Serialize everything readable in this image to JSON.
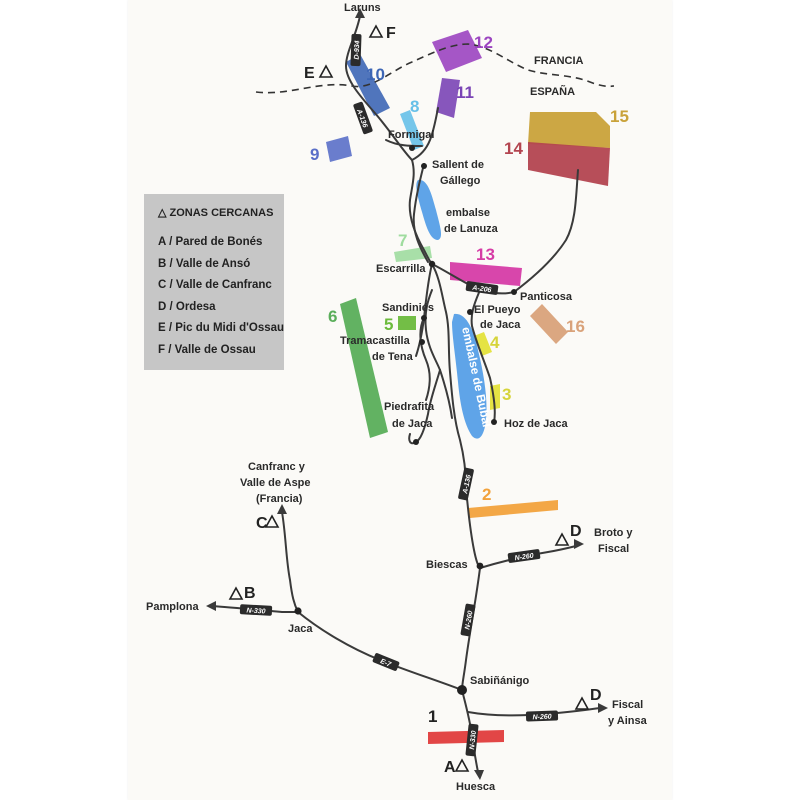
{
  "legend": {
    "title": "△ ZONAS CERCANAS",
    "items": [
      "A / Pared de Bonés",
      "B / Valle de Ansó",
      "C / Valle de Canfranc",
      "D / Ordesa",
      "E / Pic du Midi d'Ossau",
      "F / Valle de Ossau"
    ]
  },
  "countries": {
    "france": "FRANCIA",
    "spain": "ESPAÑA"
  },
  "places": {
    "laruns": "Laruns",
    "formigal": "Formigal",
    "sallent_1": "Sallent de",
    "sallent_2": "Gállego",
    "lanuza_1": "embalse",
    "lanuza_2": "de Lanuza",
    "escarrilla": "Escarrilla",
    "panticosa": "Panticosa",
    "sandinies": "Sandiniés",
    "pueyo_1": "El Pueyo",
    "pueyo_2": "de Jaca",
    "tramacastilla_1": "Tramacastilla",
    "tramacastilla_2": "de Tena",
    "piedrafita_1": "Piedrafita",
    "piedrafita_2": "de Jaca",
    "hoz": "Hoz de Jaca",
    "bubal": "embalse de Bubal",
    "canfranc_1": "Canfranc y",
    "canfranc_2": "Valle de Aspe",
    "canfranc_3": "(Francia)",
    "broto_1": "Broto y",
    "broto_2": "Fiscal",
    "biescas": "Biescas",
    "pamplona": "Pamplona",
    "jaca": "Jaca",
    "sabinanigo": "Sabiñánigo",
    "fiscal_1": "Fiscal",
    "fiscal_2": "y Ainsa",
    "huesca": "Huesca"
  },
  "roads": {
    "d934": "D-934",
    "a136_n": "A-136",
    "a206": "A-206",
    "a136_s": "A-136",
    "n260_a": "N-260",
    "n330_w": "N-330",
    "e7": "E-7",
    "n260_b": "N-260",
    "n260_c": "N-260",
    "n330_s": "N-330"
  },
  "zone_letters": {
    "A": "A",
    "B": "B",
    "C": "C",
    "D1": "D",
    "D2": "D",
    "E": "E",
    "F": "F"
  },
  "areas": [
    {
      "n": "1",
      "color": "#e03c3c"
    },
    {
      "n": "2",
      "color": "#f2a23c"
    },
    {
      "n": "3",
      "color": "#e4e23a"
    },
    {
      "n": "4",
      "color": "#e4e23a"
    },
    {
      "n": "5",
      "color": "#6cbb3c"
    },
    {
      "n": "6",
      "color": "#5aae5a"
    },
    {
      "n": "7",
      "color": "#9fdc9f"
    },
    {
      "n": "8",
      "color": "#66c0e8"
    },
    {
      "n": "9",
      "color": "#5a6fc8"
    },
    {
      "n": "10",
      "color": "#3d66b5"
    },
    {
      "n": "11",
      "color": "#7a44b5"
    },
    {
      "n": "12",
      "color": "#9b44c0"
    },
    {
      "n": "13",
      "color": "#d63ca6"
    },
    {
      "n": "14",
      "color": "#b34550"
    },
    {
      "n": "15",
      "color": "#c9a23a"
    },
    {
      "n": "16",
      "color": "#d9a27a"
    }
  ],
  "colors": {
    "road": "#3a3a3a",
    "lake": "#5fa4e8",
    "border": "#333333",
    "legend_bg": "#c6c6c6"
  }
}
